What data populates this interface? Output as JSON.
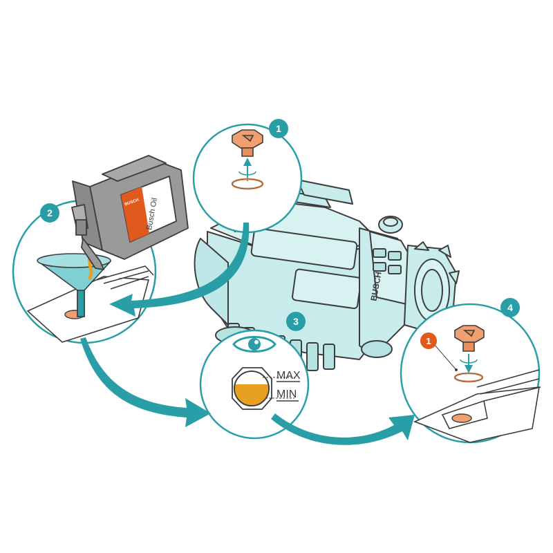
{
  "colors": {
    "teal": "#2a9ea6",
    "pump_fill": "#c8ecec",
    "oil_orange": "#e8a020",
    "plug_orange": "#f0a070",
    "brand_orange": "#e05a1e",
    "outline": "#3c3c3c",
    "canister_gray": "#9a9a9a"
  },
  "steps": [
    {
      "number": "1"
    },
    {
      "number": "2"
    },
    {
      "number": "3"
    },
    {
      "number": "4"
    }
  ],
  "step4_callout": {
    "number": "1"
  },
  "level_gauge": {
    "max_label": "MAX",
    "min_label": "MIN"
  },
  "canister": {
    "label": "Busch Oil",
    "brand": "BUSCH"
  },
  "pump": {
    "brand": "BUSCH"
  }
}
